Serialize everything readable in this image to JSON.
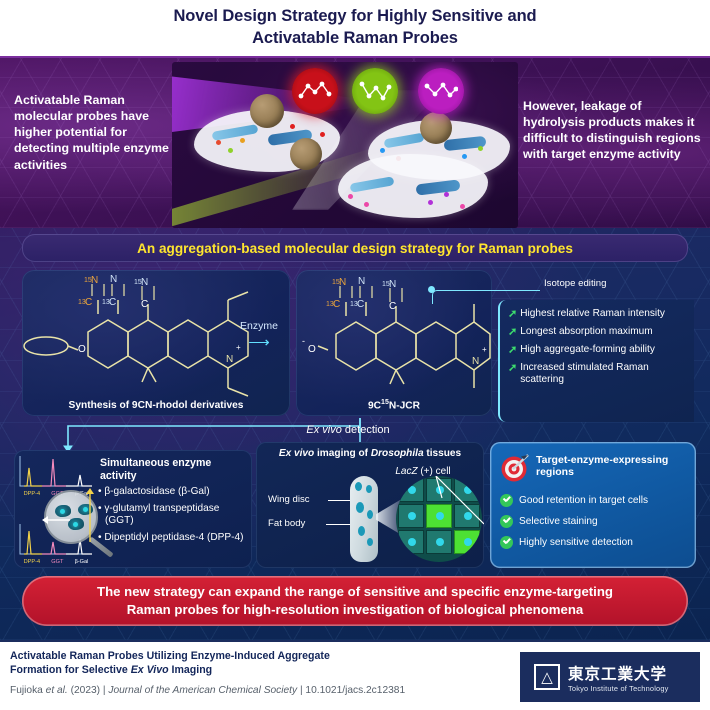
{
  "title": {
    "line1": "Novel Design Strategy for Highly Sensitive and",
    "line2": "Activatable Raman Probes"
  },
  "colors": {
    "title_navy": "#1b1b50",
    "purple_bg": "#3d1155",
    "navy_bg": "#102a5d",
    "banner_yellow": "#ffe62e",
    "conclusion_red": "#c41b30",
    "accent_cyan": "#7ee8ff",
    "up_arrow_green": "#3ddc6e",
    "check_green": "#34c759",
    "logo_navy": "#1b2d5e"
  },
  "top_section": {
    "left_text": "Activatable Raman molecular probes have higher potential for detecting multiple enzyme activities",
    "right_text": "However, leakage of hydrolysis products makes it difficult to distinguish regions with target enzyme activity",
    "illustration": {
      "badges": [
        {
          "name": "raman-spectrum-badge-red",
          "color": "#c8101a"
        },
        {
          "name": "raman-spectrum-badge-green",
          "color": "#83c414"
        },
        {
          "name": "raman-spectrum-badge-magenta",
          "color": "#bb1ec0"
        }
      ],
      "cell_count": 3
    }
  },
  "strategy_banner": "An aggregation-based molecular design strategy for Raman probes",
  "chemistry": {
    "left_caption": "Synthesis of 9CN-rhodol derivatives",
    "right_caption_pre": "9C",
    "right_caption_sup": "15",
    "right_caption_post": "N-JCR",
    "enzyme_label": "Enzyme",
    "arrow_glyph": "⟶",
    "isotope_callout": "Isotope editing",
    "atom_labels": [
      "15N",
      "13C",
      "N",
      "C",
      "15N",
      "C",
      "O",
      "N",
      "+",
      "-O"
    ]
  },
  "features": [
    "Highest relative Raman intensity",
    "Longest absorption maximum",
    "High aggregate-forming ability",
    "Increased stimulated Raman scattering"
  ],
  "exvivo_label_pre": "Ex vivo",
  "exvivo_label_post": " detection",
  "enzyme_panel": {
    "title": "Simultaneous enzyme activity",
    "items": [
      "β-galactosidase (β-Gal)",
      "γ-glutamyl transpeptidase (GGT)",
      "Dipeptidyl peptidase-4 (DPP-4)"
    ],
    "spectra_labels": [
      "DPP-4",
      "GGT",
      "β-Gal"
    ],
    "spectra_colors": [
      "#f2d24a",
      "#f48bbd",
      "#ffffff"
    ]
  },
  "drosophila_panel": {
    "title_pre": "Ex vivo",
    "title_mid": " imaging of ",
    "title_species": "Drosophila",
    "title_post": " tissues",
    "lacz_pre": "LacZ",
    "lacz_post": " (+) cell",
    "labels": [
      "Wing disc",
      "Fat body"
    ]
  },
  "target_panel": {
    "title": "Target-enzyme-expressing regions",
    "items": [
      "Good retention in target cells",
      "Selective staining",
      "Highly sensitive detection"
    ]
  },
  "conclusion": {
    "line1": "The new strategy can expand the range of sensitive and specific enzyme-targeting",
    "line2": "Raman probes for high-resolution investigation of biological phenomena"
  },
  "footer": {
    "paper_title_l1": "Activatable Raman Probes Utilizing Enzyme-Induced Aggregate",
    "paper_title_l2_pre": "Formation for Selective ",
    "paper_title_l2_it": "Ex Vivo",
    "paper_title_l2_post": " Imaging",
    "citation_authors": "Fujioka ",
    "citation_etal": "et al.",
    "citation_year": " (2023) | ",
    "citation_journal": "Journal of the American Chemical Society",
    "citation_doi": " | 10.1021/jacs.2c12381",
    "logo_jp": "東京工業大学",
    "logo_en": "Tokyo Institute of Technology"
  }
}
